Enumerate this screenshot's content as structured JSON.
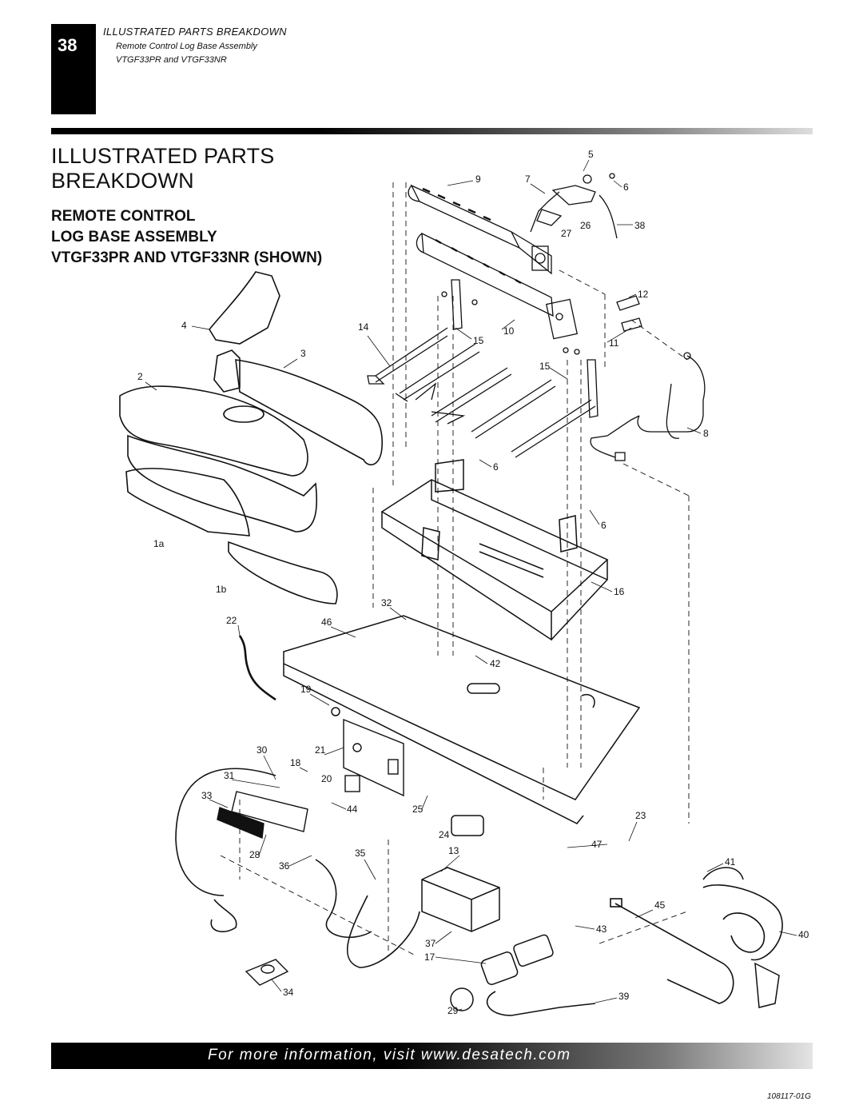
{
  "header": {
    "page_number": "38",
    "section": "ILLUSTRATED PARTS BREAKDOWN",
    "subtitle_line1": "Remote Control Log Base Assembly",
    "subtitle_line2": "VTGF33PR and VTGF33NR"
  },
  "title": {
    "line1": "ILLUSTRATED PARTS",
    "line2": "BREAKDOWN"
  },
  "subtitle": {
    "line1": "REMOTE CONTROL",
    "line2": "LOG BASE ASSEMBLY",
    "line3": "VTGF33PR AND VTGF33NR (SHOWN)"
  },
  "callouts": [
    "9",
    "5",
    "7",
    "6",
    "26",
    "38",
    "27",
    "12",
    "10",
    "11",
    "14",
    "15",
    "4",
    "3",
    "2",
    "15",
    "8",
    "6",
    "6",
    "1a",
    "1b",
    "16",
    "32",
    "22",
    "46",
    "42",
    "19",
    "30",
    "21",
    "18",
    "31",
    "20",
    "33",
    "44",
    "25",
    "23",
    "24",
    "47",
    "13",
    "28",
    "35",
    "36",
    "41",
    "45",
    "43",
    "40",
    "37",
    "17",
    "34",
    "39",
    "29"
  ],
  "footer": {
    "text": "For more information, visit www.desatech.com",
    "doc_code": "108117-01G"
  }
}
